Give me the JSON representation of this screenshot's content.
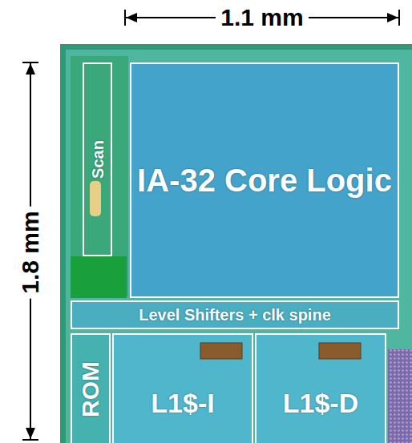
{
  "diagram": {
    "nodes": [
      {
        "text": [
          "Scan"
        ]
      },
      {
        "text": [
          "IA-32 Core Logic"
        ]
      },
      {
        "text": [
          "Level Shifters + clk spine"
        ]
      },
      {
        "text": [
          "ROM"
        ]
      },
      {
        "text": [
          "L1$-I"
        ]
      },
      {
        "text": [
          "L1$-D"
        ]
      }
    ],
    "labels": [
      "1.1 mm",
      "1.8 mm"
    ]
  }
}
